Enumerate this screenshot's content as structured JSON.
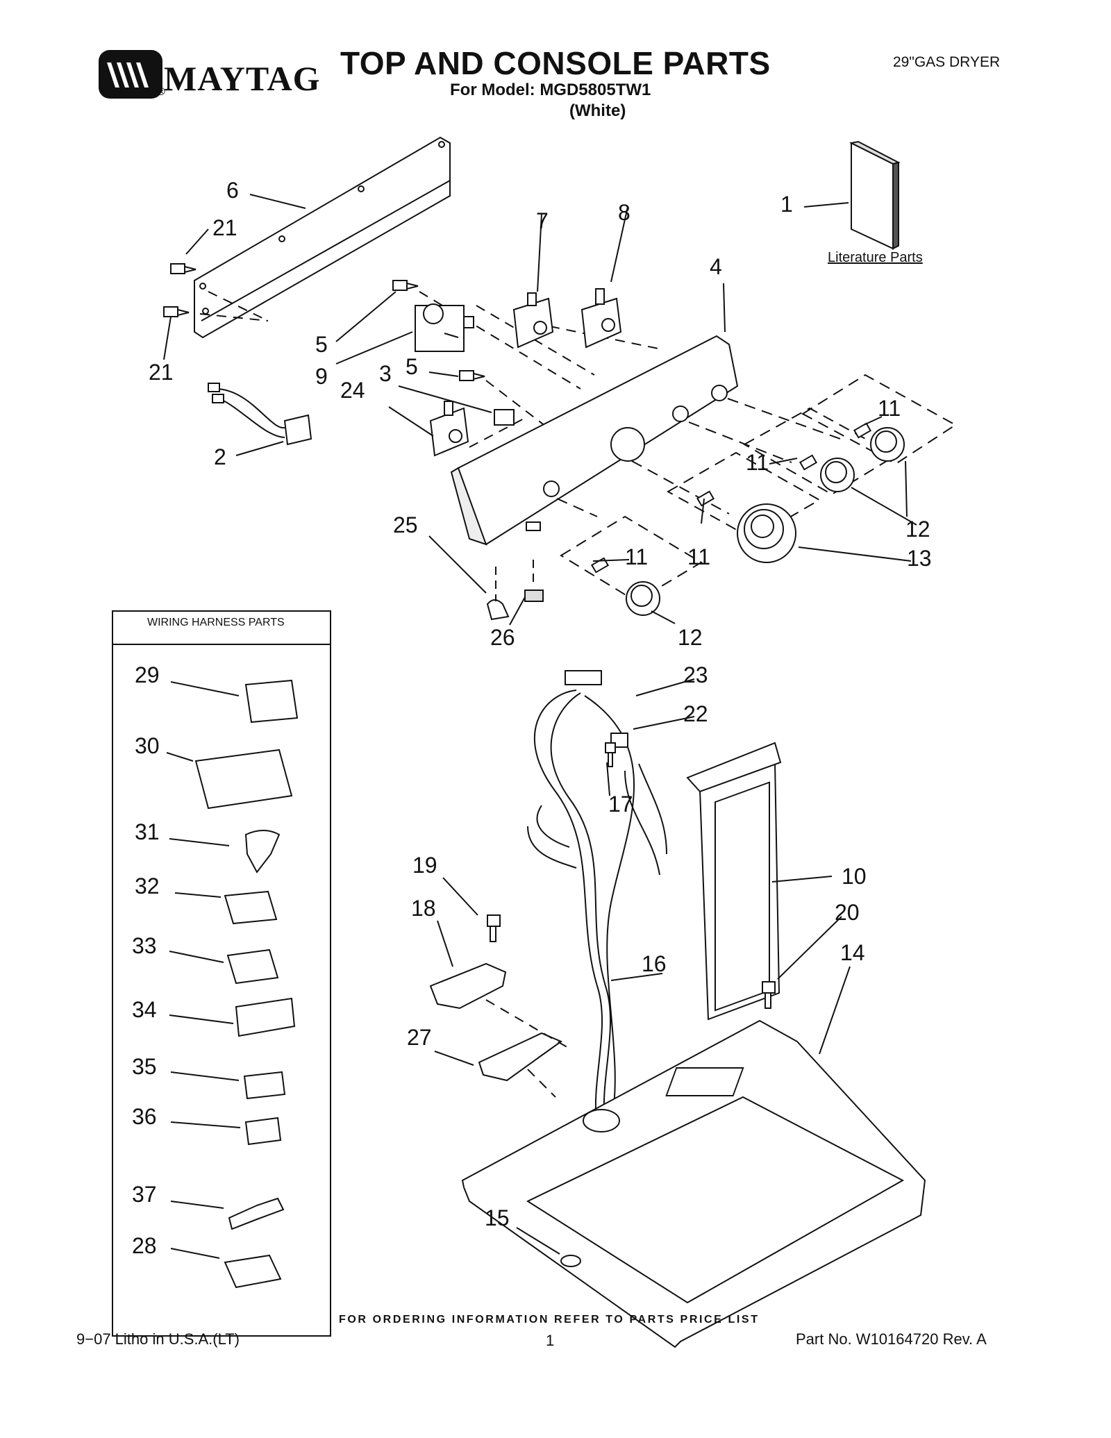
{
  "header": {
    "brand": "MAYTAG",
    "brand_mark": "®",
    "title": "TOP AND CONSOLE PARTS",
    "model_line": "For Model: MGD5805TW1",
    "color_line": "(White)",
    "product": "29\"GAS DRYER"
  },
  "literature": {
    "label": "Literature Parts"
  },
  "harness_box": {
    "title": "WIRING HARNESS PARTS"
  },
  "callouts": {
    "c1": "1",
    "c2": "2",
    "c3": "3",
    "c4": "4",
    "c5a": "5",
    "c5b": "5",
    "c6": "6",
    "c7": "7",
    "c8": "8",
    "c9": "9",
    "c10": "10",
    "c11a": "11",
    "c11b": "11",
    "c11c": "11",
    "c11d": "11",
    "c12a": "12",
    "c12b": "12",
    "c13": "13",
    "c14": "14",
    "c15": "15",
    "c16": "16",
    "c17": "17",
    "c18": "18",
    "c19": "19",
    "c20": "20",
    "c21a": "21",
    "c21b": "21",
    "c22": "22",
    "c23": "23",
    "c24": "24",
    "c25": "25",
    "c26": "26",
    "c27": "27",
    "c28": "28",
    "c29": "29",
    "c30": "30",
    "c31": "31",
    "c32": "32",
    "c33": "33",
    "c34": "34",
    "c35": "35",
    "c36": "36",
    "c37": "37"
  },
  "footer": {
    "ordering": "FOR ORDERING INFORMATION REFER TO PARTS PRICE LIST",
    "litho": "9−07 Litho in U.S.A.(LT)",
    "page": "1",
    "part_no": "Part No. W10164720 Rev. A"
  }
}
